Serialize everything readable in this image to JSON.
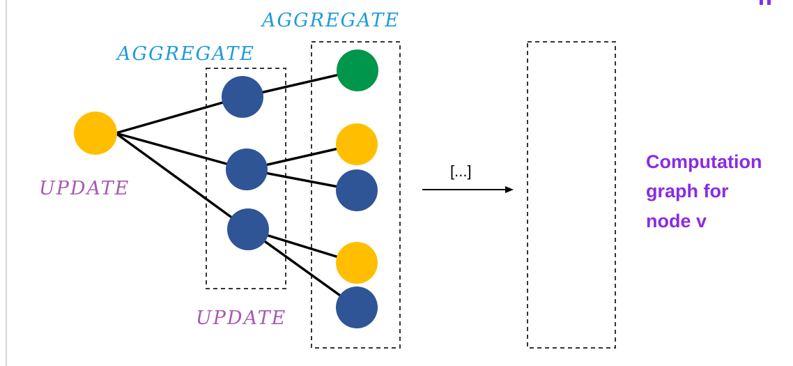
{
  "colors": {
    "aggregate_label": "#1e9bd7",
    "update_label": "#a858b4",
    "caption": "#8b2be2",
    "node_yellow": "#ffbf00",
    "node_blue": "#2f5597",
    "node_green": "#00964b",
    "edge": "#000000",
    "box_border": "#333333"
  },
  "labels": {
    "aggregate_left": "AGGREGATE",
    "aggregate_right": "AGGREGATE",
    "update_left": "UPDATE",
    "update_bottom": "UPDATE",
    "ellipsis": "[...]",
    "caption_line1": "Computation",
    "caption_line2": "graph for",
    "caption_line3": "node v"
  },
  "nodes": [
    {
      "id": "root",
      "color": "yellow"
    },
    {
      "id": "mid-top",
      "color": "blue"
    },
    {
      "id": "mid-middle",
      "color": "blue"
    },
    {
      "id": "mid-bottom",
      "color": "blue"
    },
    {
      "id": "leaf-1",
      "color": "green"
    },
    {
      "id": "leaf-2",
      "color": "yellow"
    },
    {
      "id": "leaf-3",
      "color": "blue"
    },
    {
      "id": "leaf-4",
      "color": "yellow"
    },
    {
      "id": "leaf-5",
      "color": "blue"
    }
  ],
  "edges": [
    [
      "root",
      "mid-top"
    ],
    [
      "root",
      "mid-middle"
    ],
    [
      "root",
      "mid-bottom"
    ],
    [
      "mid-top",
      "leaf-1"
    ],
    [
      "mid-middle",
      "leaf-2"
    ],
    [
      "mid-middle",
      "leaf-3"
    ],
    [
      "mid-bottom",
      "leaf-4"
    ],
    [
      "mid-bottom",
      "leaf-5"
    ]
  ]
}
